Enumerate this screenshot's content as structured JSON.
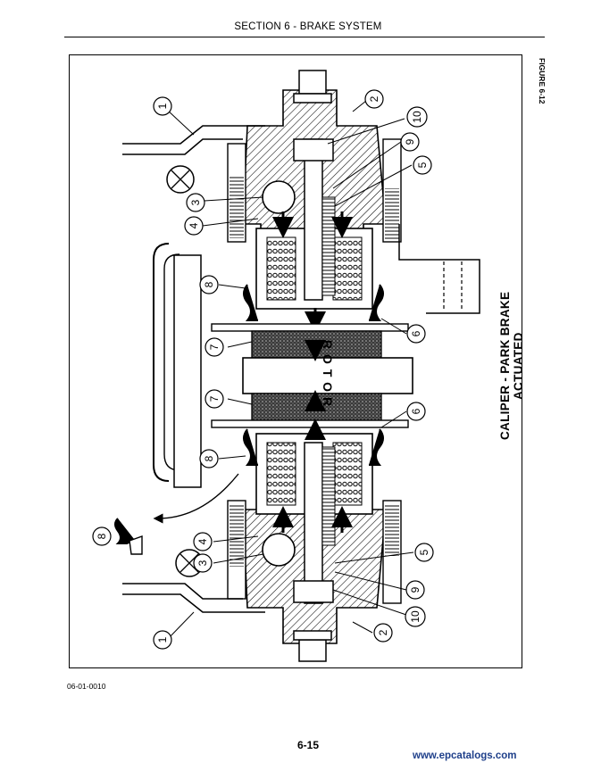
{
  "header": {
    "section_title": "SECTION 6 - BRAKE SYSTEM"
  },
  "figure": {
    "label": "FIGURE 6-12",
    "caption": "CALIPER - PARK BRAKE ACTUATED",
    "rotor_label": "ROTOR",
    "drawing_code": "06-01-0010",
    "callouts": [
      {
        "id": "callout-1-top",
        "num": "1"
      },
      {
        "id": "callout-2-top",
        "num": "2"
      },
      {
        "id": "callout-10-top",
        "num": "10"
      },
      {
        "id": "callout-9-top",
        "num": "9"
      },
      {
        "id": "callout-5-top",
        "num": "5"
      },
      {
        "id": "callout-3-top",
        "num": "3"
      },
      {
        "id": "callout-4-top",
        "num": "4"
      },
      {
        "id": "callout-8-top",
        "num": "8"
      },
      {
        "id": "callout-6-top",
        "num": "6"
      },
      {
        "id": "callout-7-top",
        "num": "7"
      },
      {
        "id": "callout-7-bottom",
        "num": "7"
      },
      {
        "id": "callout-6-bottom",
        "num": "6"
      },
      {
        "id": "callout-8-bottom",
        "num": "8"
      },
      {
        "id": "callout-8-detail",
        "num": "8"
      },
      {
        "id": "callout-4-bottom",
        "num": "4"
      },
      {
        "id": "callout-3-bottom",
        "num": "3"
      },
      {
        "id": "callout-5-bottom",
        "num": "5"
      },
      {
        "id": "callout-9-bottom",
        "num": "9"
      },
      {
        "id": "callout-10-bottom",
        "num": "10"
      },
      {
        "id": "callout-2-bottom",
        "num": "2"
      },
      {
        "id": "callout-1-bottom",
        "num": "1"
      }
    ]
  },
  "footer": {
    "page_number": "6-15",
    "watermark": "www.epcatalogs.com"
  }
}
